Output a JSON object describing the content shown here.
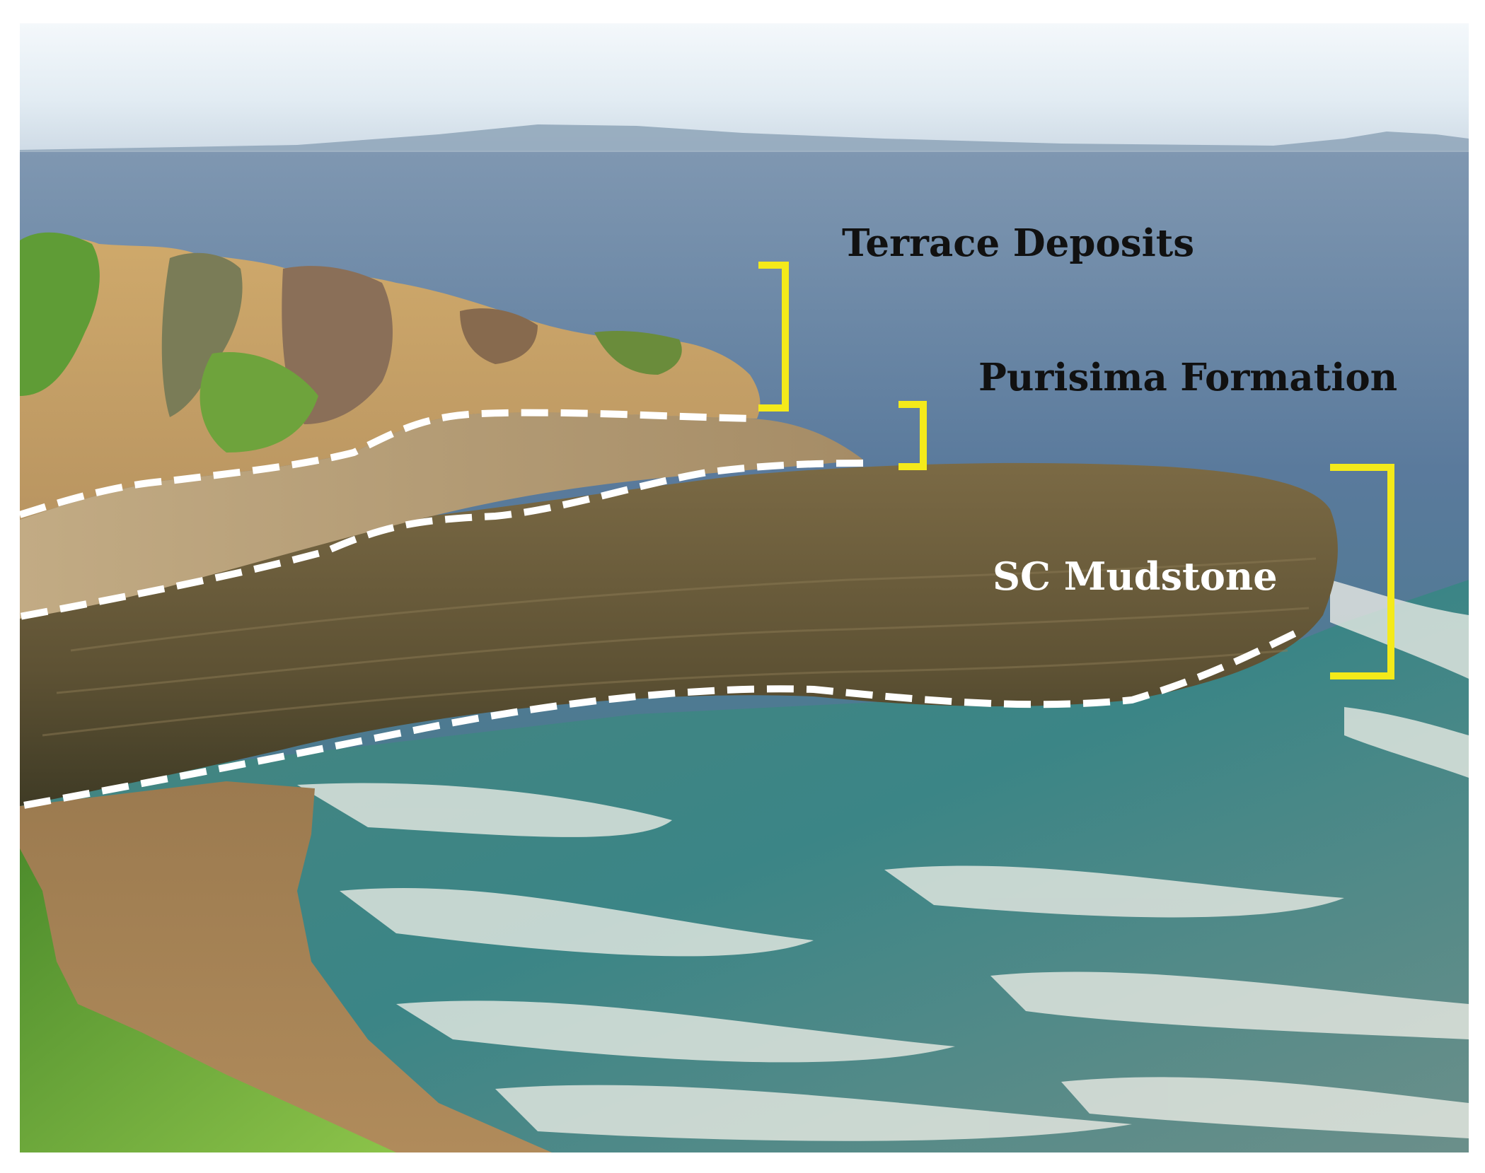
{
  "labels": {
    "terrace_deposits": "Terrace Deposits",
    "purisima_formation": "Purisima Formation",
    "sc_mudstone": "SC Mudstone"
  },
  "colors": {
    "bracket": "#f4ea1a",
    "contact_line": "#ffffff",
    "label_dark": "#111111",
    "label_light": "#ffffff",
    "sky": "#dde9f2",
    "sea": "#5f7f9f",
    "near_water": "#3f8a88",
    "sand": "#a88456",
    "terrace": "#c5a064",
    "purisima": "#b49a73",
    "mudstone": "#6c5e3c",
    "vegetation": "#5f9c36"
  }
}
